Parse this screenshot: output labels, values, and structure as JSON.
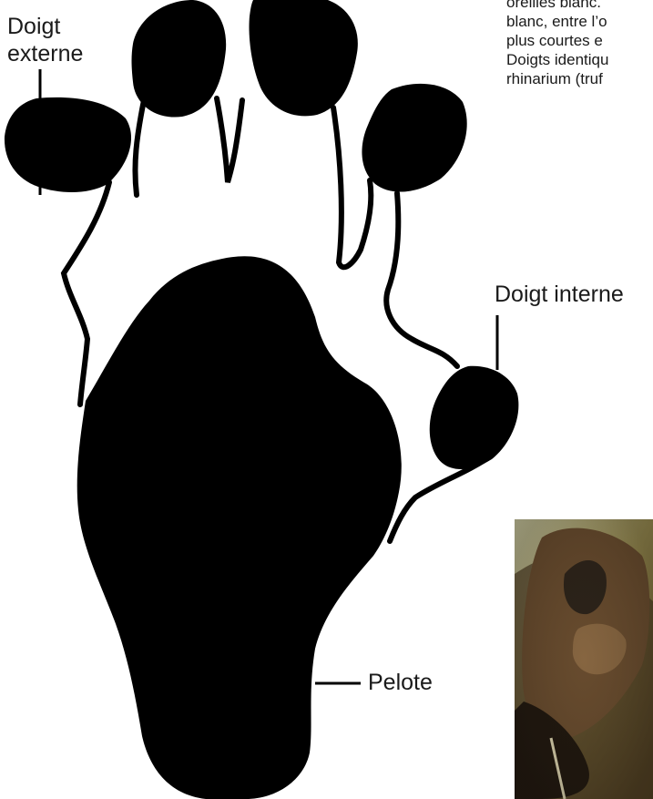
{
  "labels": {
    "doigt_externe_line1": "Doigt",
    "doigt_externe_line2": "externe",
    "doigt_interne": "Doigt interne",
    "pelote": "Pelote"
  },
  "clipped_text": {
    "lines": [
      "oreilles blanc.",
      "blanc, entre l’o",
      "plus courtes e",
      "Doigts identiqu",
      "rhinarium (truf"
    ]
  },
  "colors": {
    "paw": "#000000",
    "leader_line": "#000000",
    "background": "#ffffff"
  }
}
